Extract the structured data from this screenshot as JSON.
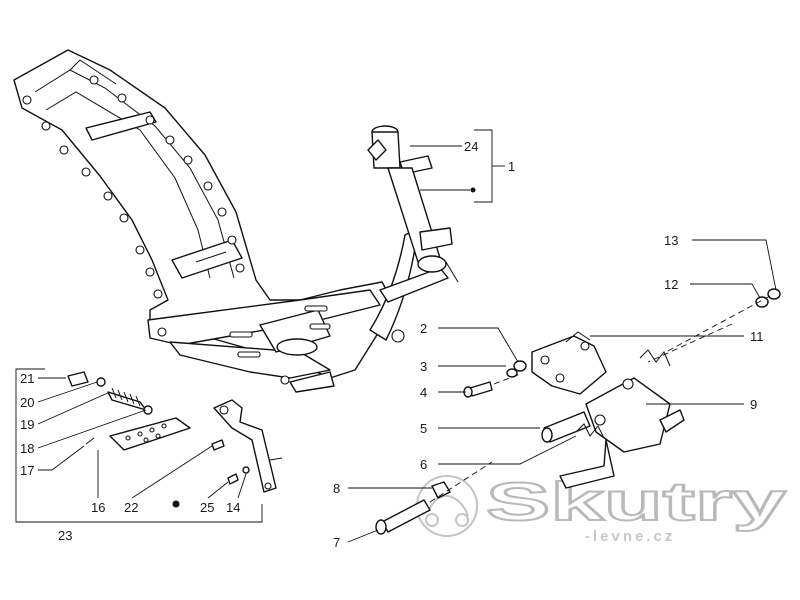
{
  "callouts": [
    "1",
    "2",
    "3",
    "4",
    "5",
    "6",
    "7",
    "8",
    "9",
    "11",
    "12",
    "13",
    "14",
    "16",
    "17",
    "18",
    "19",
    "20",
    "21",
    "22",
    "23",
    "24",
    "25"
  ],
  "watermark": {
    "brand": "Skutry",
    "domain": "-levne.cz"
  }
}
